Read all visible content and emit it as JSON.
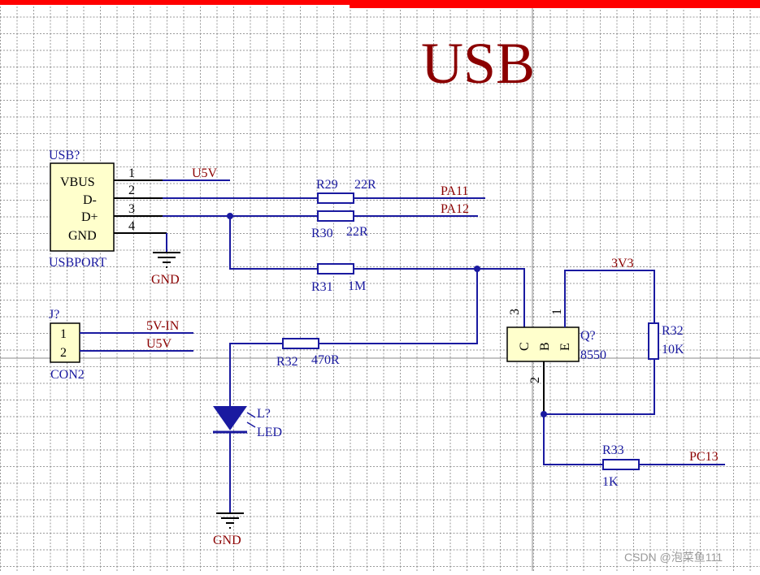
{
  "title": "USB",
  "usb_connector": {
    "designator": "USB?",
    "comment": "USBPORT",
    "pins": [
      {
        "name": "VBUS",
        "num": "1"
      },
      {
        "name": "D-",
        "num": "2"
      },
      {
        "name": "D+",
        "num": "3"
      },
      {
        "name": "GND",
        "num": "4"
      }
    ]
  },
  "net_labels": {
    "u5v_top": "U5V",
    "pa11": "PA11",
    "pa12": "PA12",
    "v3v3": "3V3",
    "five_v_in": "5V-IN",
    "u5v_con": "U5V",
    "pc13": "PC13"
  },
  "resistors": {
    "r29": {
      "des": "R29",
      "val": "22R"
    },
    "r30": {
      "des": "R30",
      "val": "22R"
    },
    "r31": {
      "des": "R31",
      "val": "1M"
    },
    "r32_led": {
      "des": "R32",
      "val": "470R"
    },
    "r32_bias": {
      "des": "R32",
      "val": "10K"
    },
    "r33": {
      "des": "R33",
      "val": "1K"
    }
  },
  "transistor": {
    "designator": "Q?",
    "value": "8550",
    "pins": [
      "C",
      "B",
      "E"
    ],
    "pin_numbers": {
      "c": "3",
      "e": "1",
      "b": "2"
    }
  },
  "con2": {
    "designator": "J?",
    "comment": "CON2",
    "pins": [
      "1",
      "2"
    ]
  },
  "led": {
    "designator": "L?",
    "value": "LED"
  },
  "gnd_labels": {
    "usb": "GND",
    "led": "GND"
  },
  "watermark": "CSDN @泡菜鱼111",
  "colors": {
    "wire": "#1a1aa0",
    "label_red": "#8b0000",
    "component_fill": "#ffffcc",
    "grid": "#9a9a9a",
    "top_bar": "#ff0000"
  }
}
